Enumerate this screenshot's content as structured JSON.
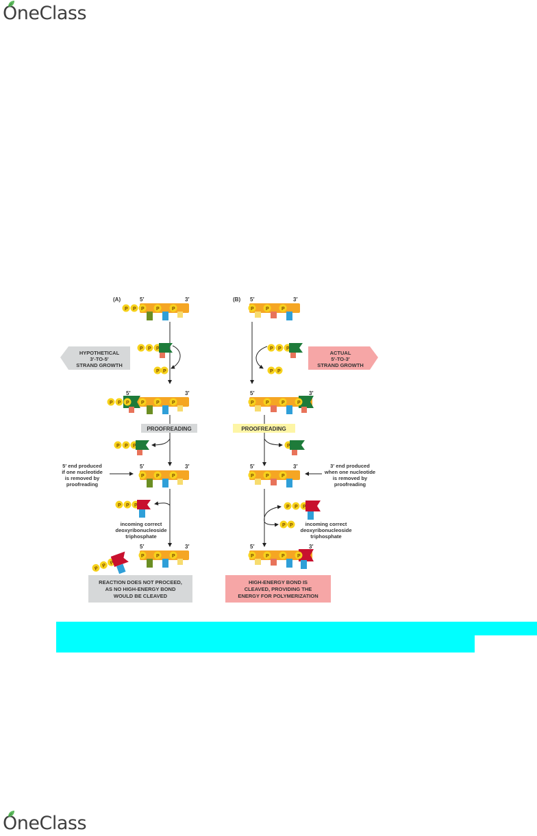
{
  "brand": {
    "name": "OneClass"
  },
  "panel_a": {
    "tag": "(A)",
    "end5": "5′",
    "end3": "3′",
    "arrow_label": [
      "HYPOTHETICAL",
      "3′-TO-5′",
      "STRAND GROWTH"
    ],
    "proofreading": "PROOFREADING",
    "note_removed": [
      "5′ end produced",
      "if one nucleotide",
      "is removed by",
      "proofreading"
    ],
    "note_incoming": [
      "incoming correct",
      "deoxyribonucleoside",
      "triphosphate"
    ],
    "result": [
      "REACTION DOES NOT PROCEED,",
      "AS NO HIGH-ENERGY BOND",
      "WOULD BE CLEAVED"
    ]
  },
  "panel_b": {
    "tag": "(B)",
    "end5": "5′",
    "end3": "3′",
    "arrow_label": [
      "ACTUAL",
      "5′-TO-3′",
      "STRAND GROWTH"
    ],
    "proofreading": "PROOFREADING",
    "note_removed": [
      "3′ end produced",
      "when one nucleotide",
      "is removed by",
      "proofreading"
    ],
    "note_incoming": [
      "incoming correct",
      "deoxyribonucleoside",
      "triphosphate"
    ],
    "result": [
      "HIGH-ENERGY BOND IS",
      "CLEAVED, PROVIDING THE",
      "ENERGY FOR POLYMERIZATION"
    ]
  },
  "phosphate_label": "P",
  "colors": {
    "backbone": "#f5a623",
    "phosphate": "#f7d21c",
    "base_green": "#6b8e23",
    "base_blue": "#2f9fd8",
    "base_yellow": "#f7dc6f",
    "base_red": "#e8735a",
    "new_nucleotide_green": "#1e7b3a",
    "new_nucleotide_red": "#c8102e",
    "grey_box": "#d6d8d9",
    "yellow_box": "#fdf5a6",
    "pink_box": "#f6a6a6",
    "highlight": "#00ffff"
  }
}
